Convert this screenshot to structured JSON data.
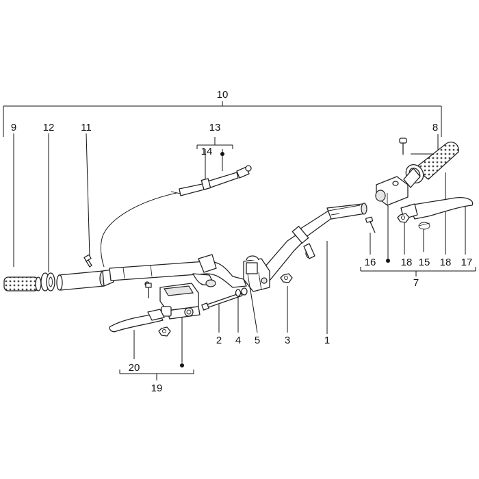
{
  "labels": {
    "l1": "1",
    "l2": "2",
    "l3": "3",
    "l4": "4",
    "l5": "5",
    "l7": "7",
    "l8": "8",
    "l9": "9",
    "l10": "10",
    "l11": "11",
    "l12": "12",
    "l13": "13",
    "l14": "14",
    "l15": "15",
    "l16": "16",
    "l17": "17",
    "l18a": "18",
    "l18b": "18",
    "l19": "19",
    "l20": "20"
  },
  "colors": {
    "line": "#111111",
    "background": "#ffffff"
  },
  "icons": [
    "handlebar",
    "throttle-grip",
    "left-grip",
    "throttle-cable",
    "brake-lever",
    "brake-master-cylinder",
    "screw",
    "nut",
    "washer",
    "u-bolt",
    "clamp",
    "marker-dot"
  ]
}
